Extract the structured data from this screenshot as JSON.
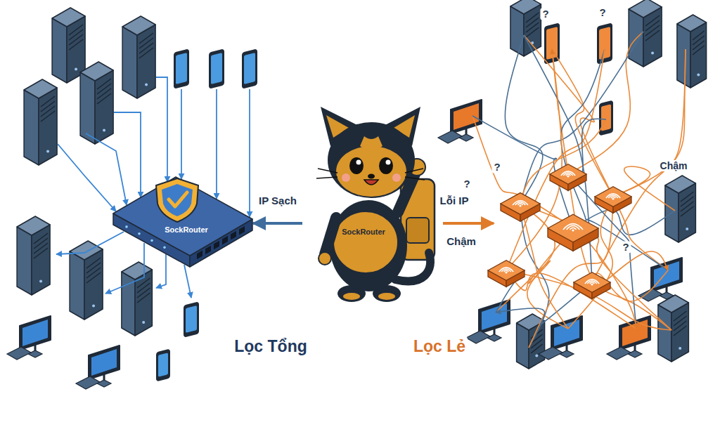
{
  "diagram": {
    "nodes": [
      {
        "text": [
          "SockRouter"
        ]
      },
      {
        "text": [
          "SockRouter"
        ]
      }
    ],
    "edges": [
      {
        "from": 1,
        "to": 0,
        "arrow": "to",
        "label": "IP Sạch"
      }
    ],
    "labels": [
      "?",
      "?",
      "?",
      "Chậm",
      "?",
      "Lỗi IP",
      "Chậm",
      "?",
      "Lọc Tổng",
      "Lọc Lẻ"
    ]
  }
}
